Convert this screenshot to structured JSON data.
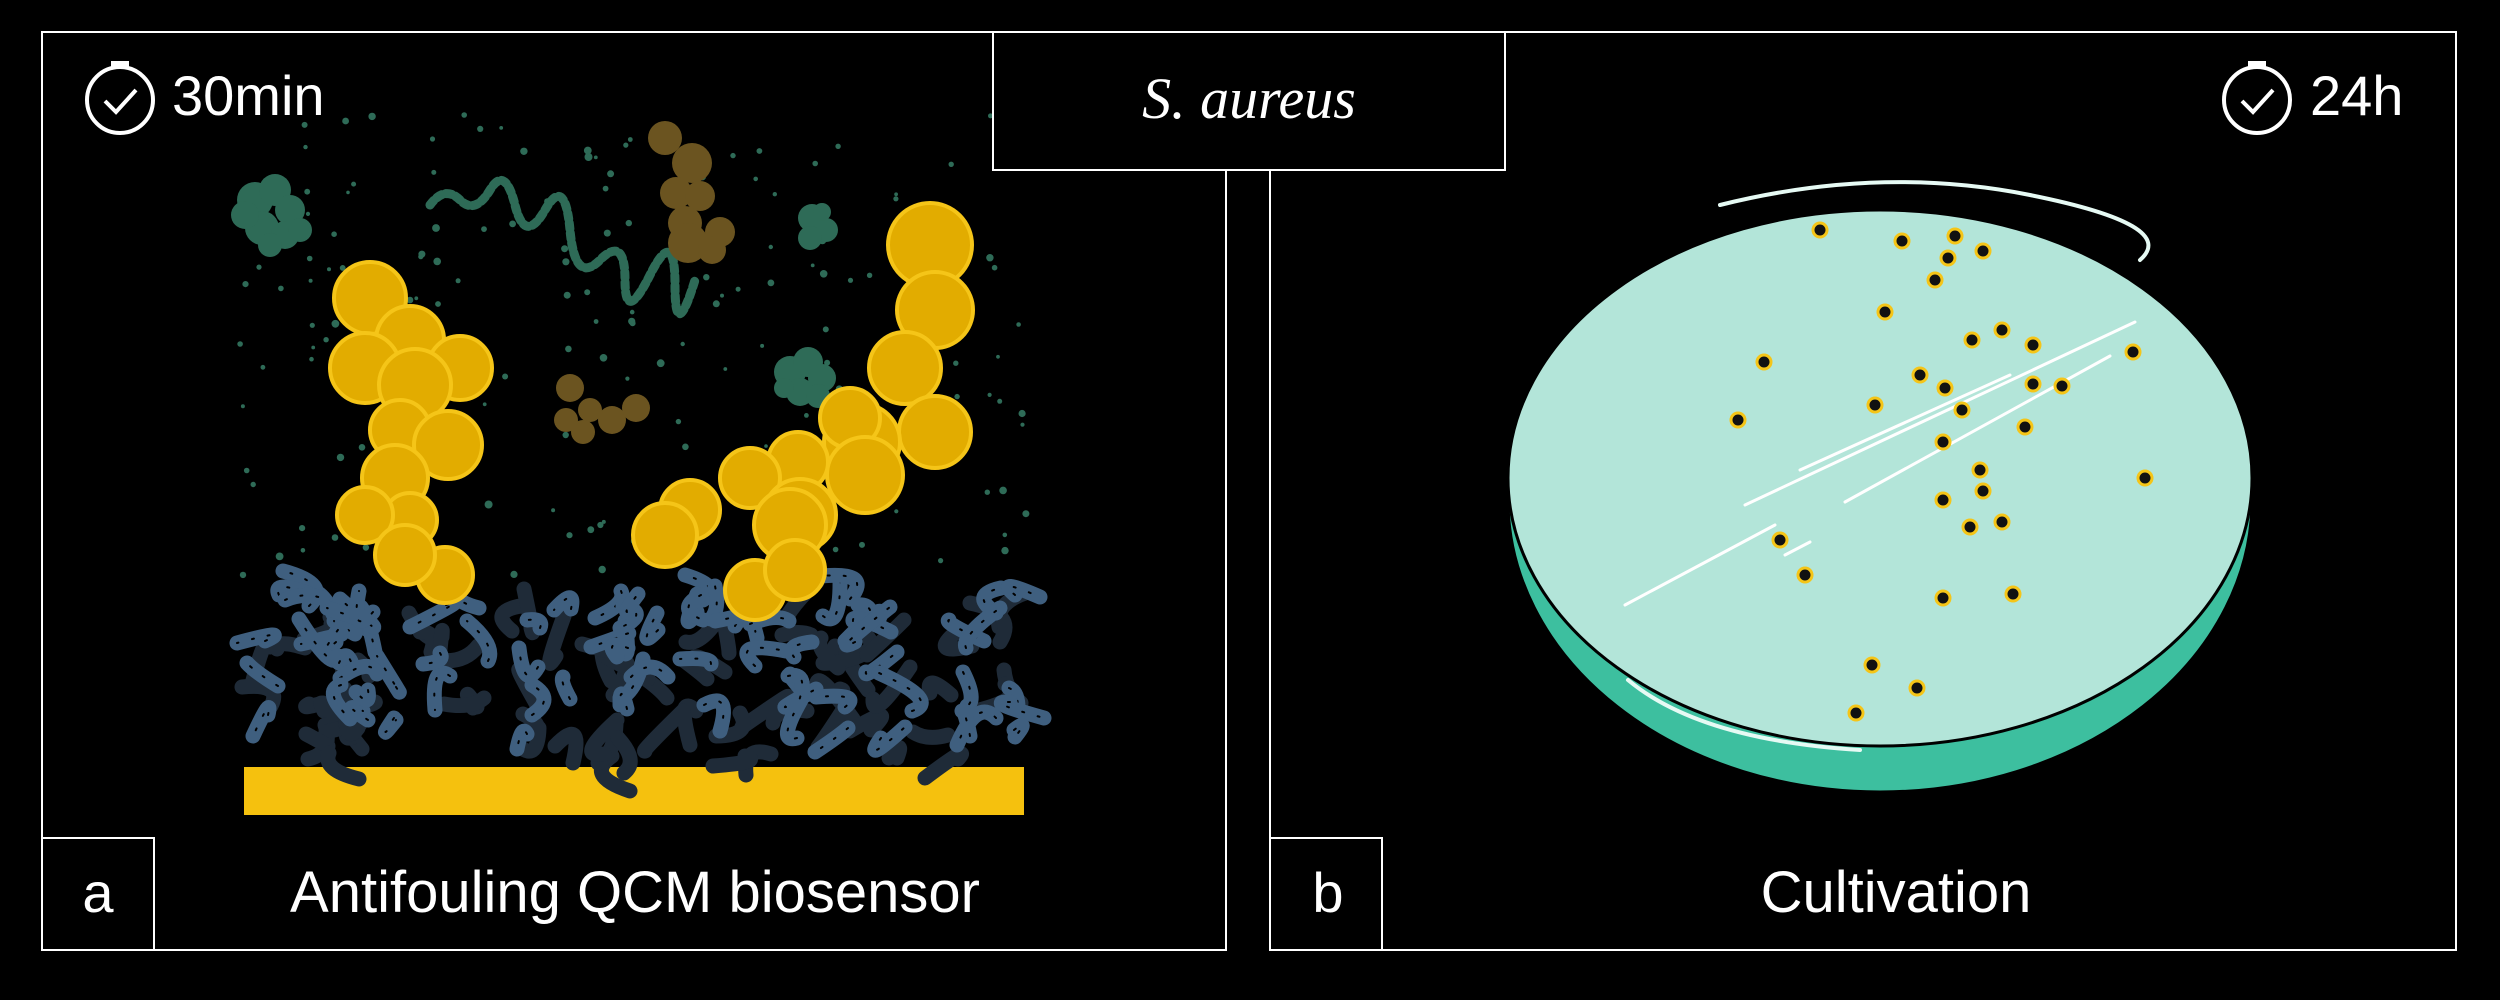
{
  "header": {
    "organism": "S. aureus"
  },
  "panel_a": {
    "letter": "a",
    "time": "30min",
    "caption": "Antifouling QCM biosensor",
    "clock_icon": "clock-icon"
  },
  "panel_b": {
    "letter": "b",
    "time": "24h",
    "caption": "Cultivation",
    "clock_icon": "clock-icon"
  },
  "colors": {
    "background": "#000000",
    "frame": "#ffffff",
    "bacteria": "#e2ac00",
    "bacteria_outline": "#f5c518",
    "gold_electrode": "#f5c10e",
    "polymer_brush": "#3f5f7f",
    "polymer_brush_dark": "#1f2b38",
    "protein": "#2e6b57",
    "protein_brown": "#6b5420",
    "dish_rim": "#3dbf9f",
    "agar": "#b3e5d9",
    "colony": "#111111"
  }
}
